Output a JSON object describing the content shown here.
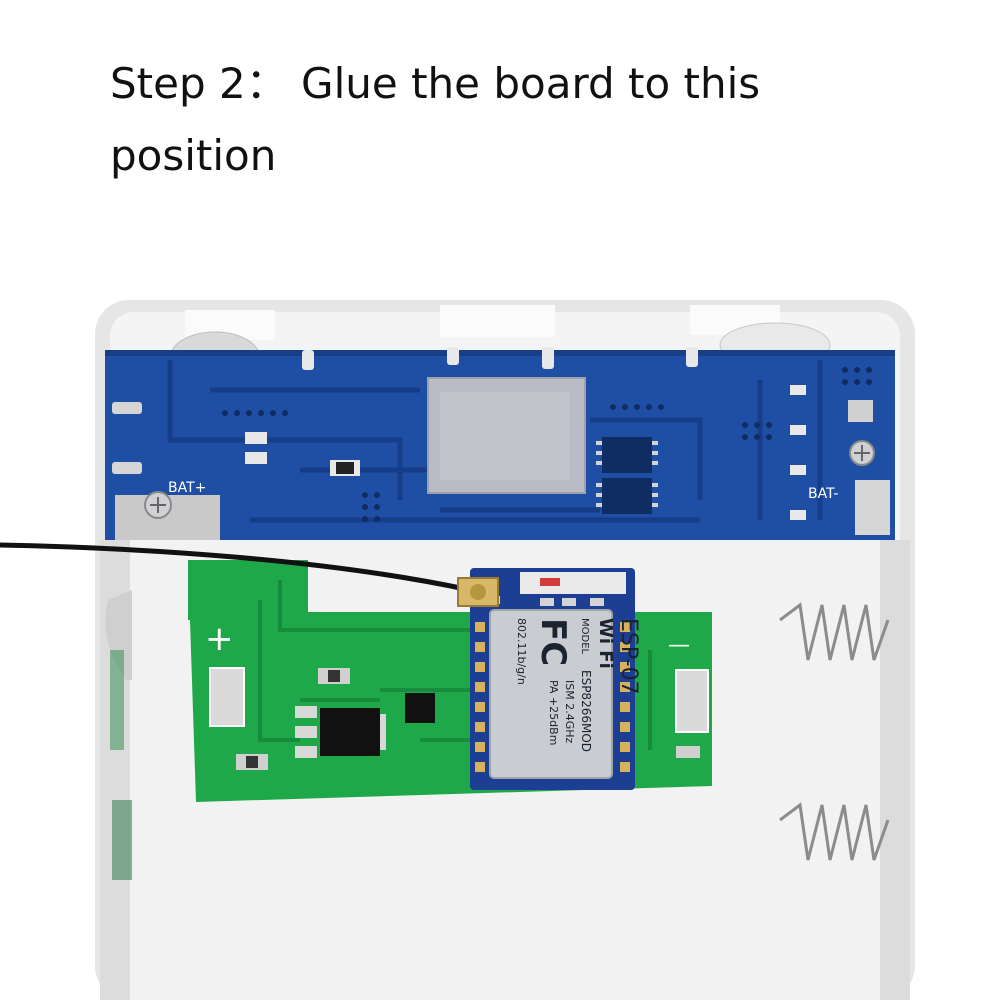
{
  "caption": {
    "line1": "Step 2： Glue the board to this",
    "line2": "position"
  },
  "blue_board": {
    "bat_plus": "BAT+",
    "bat_minus": "BAT-"
  },
  "green_board": {
    "plus_symbol": "+",
    "minus_symbol": "—"
  },
  "module": {
    "wifi_logo": "Wi Fi",
    "model_label": "MODEL",
    "model": "ESP8266MOD",
    "fc_logo": "FC",
    "ism": "ISM  2.4GHz",
    "pa": "PA  +25dBm",
    "standard": "802.11b/g/n",
    "name": "ESP-07"
  },
  "colors": {
    "blue_pcb": "#1f4fa5",
    "green_pcb": "#1fa84a",
    "shell": "#ececec",
    "module_blue": "#1c3e93"
  }
}
